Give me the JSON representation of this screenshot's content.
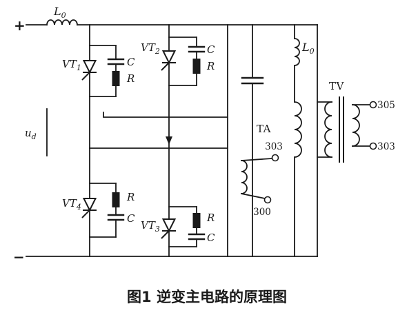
{
  "caption": "图1  逆变主电路的原理图",
  "dc_source": {
    "plus": "+",
    "minus": "−",
    "voltage": {
      "base": "u",
      "sub": "d"
    },
    "inductor": {
      "base": "L",
      "sub": "0"
    }
  },
  "bridge": {
    "vt1": {
      "base": "VT",
      "sub": "1"
    },
    "vt2": {
      "base": "VT",
      "sub": "2"
    },
    "vt3": {
      "base": "VT",
      "sub": "3"
    },
    "vt4": {
      "base": "VT",
      "sub": "4"
    },
    "capacitor_label": "C",
    "resistor_label": "R"
  },
  "load": {
    "inductor": {
      "base": "L",
      "sub": "0"
    },
    "current_transformer": {
      "label": "TA",
      "terminal_upper": "303",
      "terminal_lower": "300"
    },
    "voltage_transformer": {
      "label": "TV",
      "terminal_upper": "305",
      "terminal_lower": "303"
    }
  },
  "colors": {
    "ink": "#1a1a1a",
    "paper": "#ffffff"
  }
}
